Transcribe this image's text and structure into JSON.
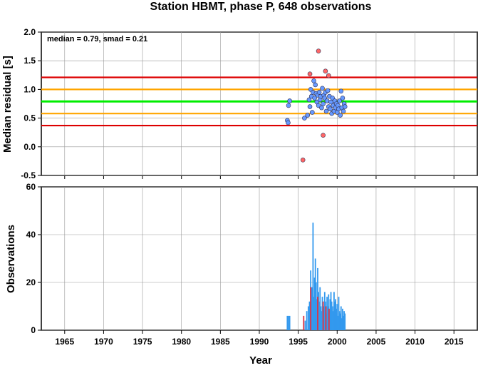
{
  "title": "Station HBMT, phase P, 648 observations",
  "chart_data": [
    {
      "type": "scatter",
      "ylabel": "Median residual [s]",
      "stats_text": "median = 0.79, smad = 0.21",
      "xlim": [
        1962,
        2018
      ],
      "ylim": [
        -0.5,
        2.0
      ],
      "yticks": [
        "2.0",
        "1.5",
        "1.0",
        "0.5",
        "0.0",
        "-0.5"
      ],
      "grid": true,
      "reference_lines": [
        {
          "y": 0.79,
          "color": "#00ee00",
          "role": "median"
        },
        {
          "y": 1.0,
          "color": "#ffa500",
          "role": "median + 1 smad"
        },
        {
          "y": 0.58,
          "color": "#ffa500",
          "role": "median - 1 smad"
        },
        {
          "y": 1.21,
          "color": "#dd0000",
          "role": "median + 2 smad"
        },
        {
          "y": 0.37,
          "color": "#dd0000",
          "role": "median - 2 smad"
        }
      ],
      "series": [
        {
          "style": "inlier",
          "color": "#6699ff",
          "points": [
            [
              1993.6,
              0.46
            ],
            [
              1993.7,
              0.42
            ],
            [
              1993.75,
              0.72
            ],
            [
              1993.9,
              0.8
            ],
            [
              1995.8,
              0.5
            ],
            [
              1996.2,
              0.55
            ],
            [
              1996.4,
              0.82
            ],
            [
              1996.5,
              0.7
            ],
            [
              1996.6,
              1.0
            ],
            [
              1996.7,
              0.88
            ],
            [
              1996.8,
              0.6
            ],
            [
              1996.9,
              0.95
            ],
            [
              1997.0,
              1.15
            ],
            [
              1997.1,
              0.85
            ],
            [
              1997.2,
              1.08
            ],
            [
              1997.3,
              0.93
            ],
            [
              1997.4,
              0.78
            ],
            [
              1997.5,
              0.9
            ],
            [
              1997.6,
              0.72
            ],
            [
              1997.7,
              0.95
            ],
            [
              1997.8,
              0.82
            ],
            [
              1997.9,
              0.88
            ],
            [
              1998.0,
              0.68
            ],
            [
              1998.1,
              1.02
            ],
            [
              1998.2,
              0.75
            ],
            [
              1998.3,
              0.9
            ],
            [
              1998.4,
              0.85
            ],
            [
              1998.5,
              0.95
            ],
            [
              1998.6,
              0.62
            ],
            [
              1998.7,
              0.8
            ],
            [
              1998.8,
              0.98
            ],
            [
              1998.9,
              0.7
            ],
            [
              1999.0,
              0.88
            ],
            [
              1999.1,
              0.66
            ],
            [
              1999.2,
              0.78
            ],
            [
              1999.3,
              0.58
            ],
            [
              1999.4,
              0.85
            ],
            [
              1999.5,
              0.72
            ],
            [
              1999.6,
              0.62
            ],
            [
              1999.7,
              0.8
            ],
            [
              1999.8,
              0.68
            ],
            [
              1999.9,
              0.75
            ],
            [
              2000.0,
              0.6
            ],
            [
              2000.1,
              0.72
            ],
            [
              2000.2,
              0.66
            ],
            [
              2000.3,
              0.8
            ],
            [
              2000.4,
              0.55
            ],
            [
              2000.5,
              0.97
            ],
            [
              2000.6,
              0.68
            ],
            [
              2000.7,
              0.85
            ],
            [
              2000.8,
              0.62
            ],
            [
              2000.9,
              0.75
            ],
            [
              2001.0,
              0.7
            ]
          ]
        },
        {
          "style": "outlier",
          "color": "#ff6666",
          "points": [
            [
              1995.6,
              -0.23
            ],
            [
              1996.5,
              1.27
            ],
            [
              1997.6,
              1.67
            ],
            [
              1998.2,
              0.2
            ],
            [
              1998.5,
              1.32
            ],
            [
              1998.9,
              1.24
            ]
          ]
        }
      ]
    },
    {
      "type": "bar",
      "xlabel": "Year",
      "ylabel": "Observations",
      "xlim": [
        1962,
        2018
      ],
      "ylim": [
        0,
        60
      ],
      "xticks": [
        "1965",
        "1970",
        "1975",
        "1980",
        "1985",
        "1990",
        "1995",
        "2000",
        "2005",
        "2010",
        "2015"
      ],
      "yticks": [
        "60",
        "40",
        "20",
        "0"
      ],
      "grid": true,
      "series": [
        {
          "style": "used",
          "color": "#3399ee",
          "x": [
            1993.6,
            1993.75,
            1993.9,
            1995.9,
            1996.1,
            1996.3,
            1996.45,
            1996.6,
            1996.75,
            1996.9,
            1997.0,
            1997.1,
            1997.2,
            1997.3,
            1997.4,
            1997.5,
            1997.6,
            1997.7,
            1997.8,
            1997.9,
            1998.0,
            1998.1,
            1998.2,
            1998.3,
            1998.4,
            1998.5,
            1998.6,
            1998.7,
            1998.8,
            1998.9,
            1999.0,
            1999.1,
            1999.2,
            1999.3,
            1999.4,
            1999.5,
            1999.6,
            1999.7,
            1999.8,
            1999.9,
            2000.0,
            2000.1,
            2000.2,
            2000.3,
            2000.4,
            2000.5,
            2000.6,
            2000.7,
            2000.8,
            2000.9,
            2001.0
          ],
          "values": [
            6,
            6,
            6,
            4,
            8,
            10,
            12,
            25,
            18,
            45,
            14,
            22,
            30,
            20,
            13,
            26,
            16,
            12,
            18,
            10,
            8,
            14,
            12,
            10,
            16,
            12,
            7,
            14,
            10,
            15,
            8,
            13,
            16,
            12,
            10,
            8,
            16,
            12,
            13,
            9,
            11,
            6,
            14,
            8,
            7,
            10,
            5,
            9,
            6,
            8,
            7
          ]
        },
        {
          "style": "rejected",
          "color": "#dd3344",
          "x": [
            1995.7,
            1996.6,
            1997.5,
            1998.2,
            1998.55,
            1998.95
          ],
          "values": [
            6,
            18,
            14,
            12,
            10,
            9
          ]
        }
      ]
    }
  ]
}
